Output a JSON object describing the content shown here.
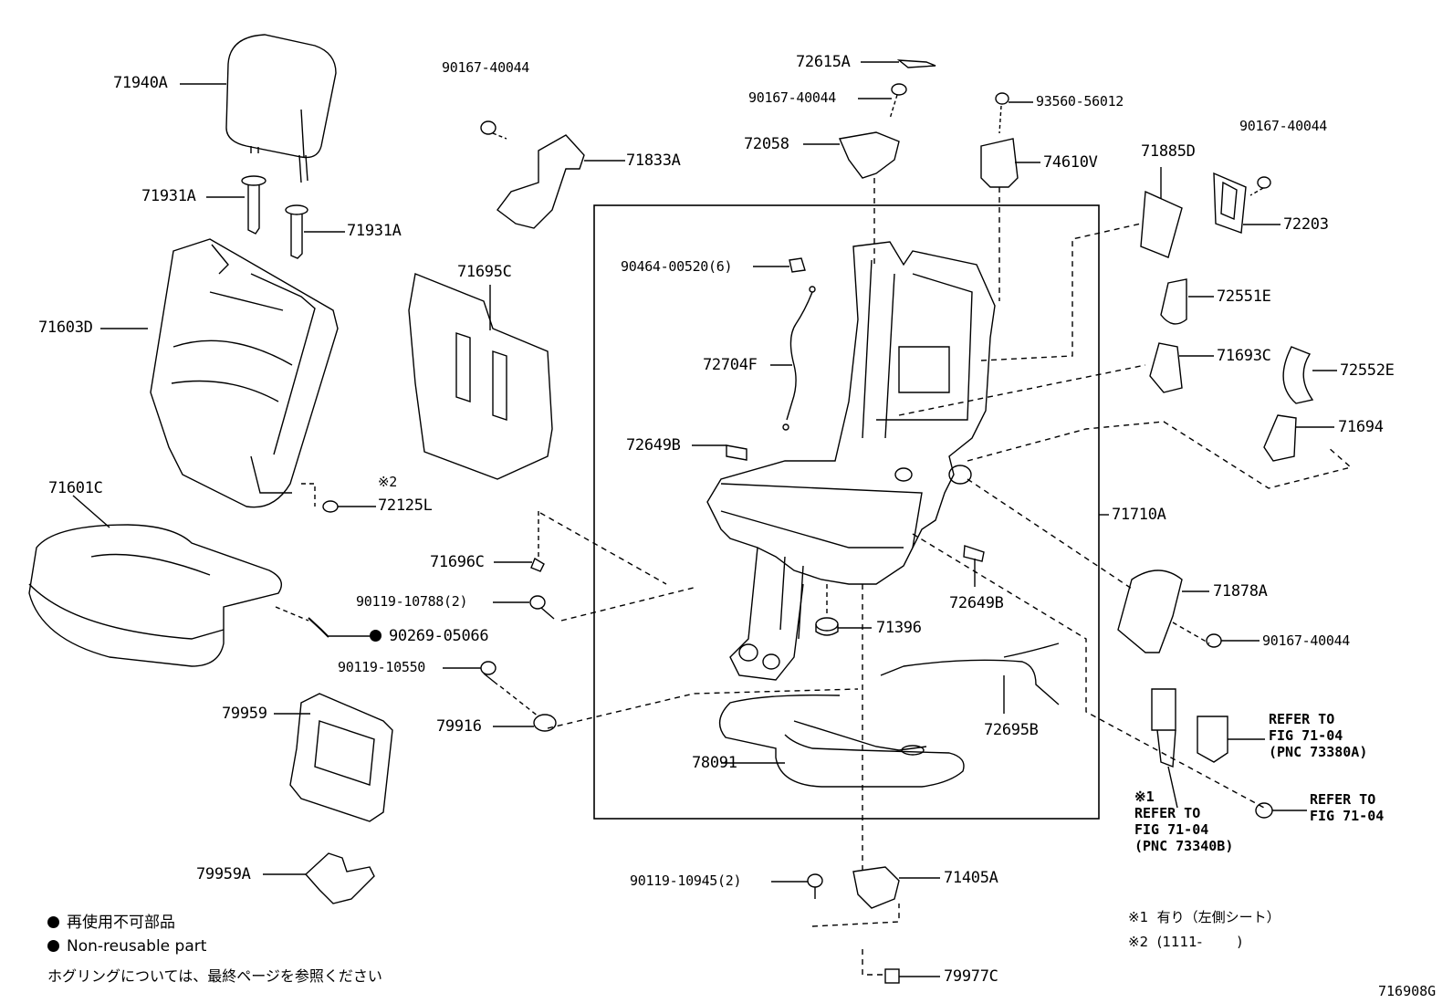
{
  "parts": {
    "p71940A": "71940A",
    "p71931A_1": "71931A",
    "p71931A_2": "71931A",
    "p71603D": "71603D",
    "p71601C": "71601C",
    "p72125L": "72125L",
    "p72125L_mark": "※2",
    "p90269": "90269-05066",
    "p90119_10550": "90119-10550",
    "p79959": "79959",
    "p79959A": "79959A",
    "p79916": "79916",
    "p90167_a": "90167-40044",
    "p71833A": "71833A",
    "p71695C": "71695C",
    "p71696C": "71696C",
    "p90119_10788": "90119-10788(2)",
    "p72615A": "72615A",
    "p90167_b": "90167-40044",
    "p72058": "72058",
    "p93560": "93560-56012",
    "p74610V": "74610V",
    "p90464": "90464-00520(6)",
    "p72704F": "72704F",
    "p72649B_1": "72649B",
    "p72649B_2": "72649B",
    "p71396": "71396",
    "p72695B": "72695B",
    "p78091": "78091",
    "p90119_10945": "90119-10945(2)",
    "p71405A": "71405A",
    "p79977C": "79977C",
    "p71885D": "71885D",
    "p90167_c": "90167-40044",
    "p72203": "72203",
    "p72551E": "72551E",
    "p71693C": "71693C",
    "p72552E": "72552E",
    "p71694": "71694",
    "p71710A": "71710A",
    "p71878A": "71878A",
    "p90167_d": "90167-40044"
  },
  "refs": {
    "ref1": "REFER TO\nFIG 71-04\n(PNC 73380A)",
    "ref2": "REFER TO\nFIG 71-04",
    "ref3": "※1\nREFER TO\nFIG 71-04\n(PNC 73340B)"
  },
  "legend": {
    "jp_nonreusable": "再使用不可部品",
    "en_nonreusable": "Non-reusable part",
    "hog_note": "ホグリングについては、最終ページを参照ください"
  },
  "notes": {
    "note1": "※1  有り（左側シート）",
    "note2": "※2  (1111-        )"
  },
  "figure_id": "716908G"
}
